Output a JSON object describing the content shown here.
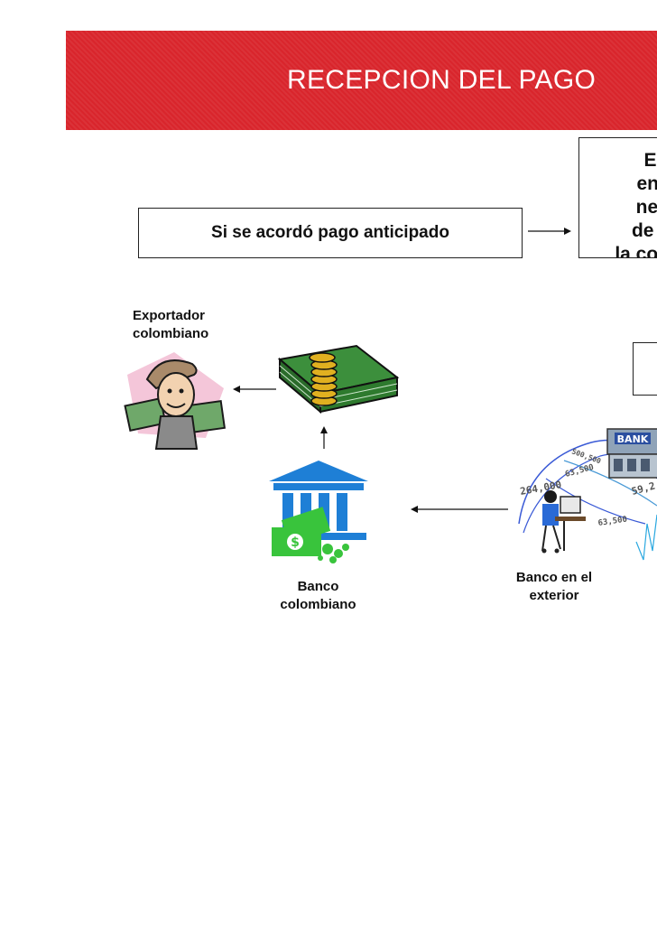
{
  "header": {
    "title": "RECEPCION DEL PAGO"
  },
  "condition": {
    "text": "Si se acordó pago anticipado"
  },
  "right_box": {
    "lines": [
      "El i",
      "en",
      "neg",
      "de c",
      "la con"
    ]
  },
  "actors": {
    "exporter": [
      "Exportador",
      "colombiano"
    ],
    "colombian_bank": [
      "Banco",
      "colombiano"
    ],
    "foreign_bank": [
      "Banco en el",
      "exterior"
    ],
    "bank_sign": "BANK"
  },
  "money_figures": [
    "500,500",
    "63,500",
    "264,000",
    "63,500",
    "59,2"
  ],
  "colors": {
    "banner": "#d9252c",
    "money": "#2e8b2e",
    "coin": "#d4a017",
    "bank_blue": "#1e7fd6",
    "bills_green": "#39c43c"
  }
}
